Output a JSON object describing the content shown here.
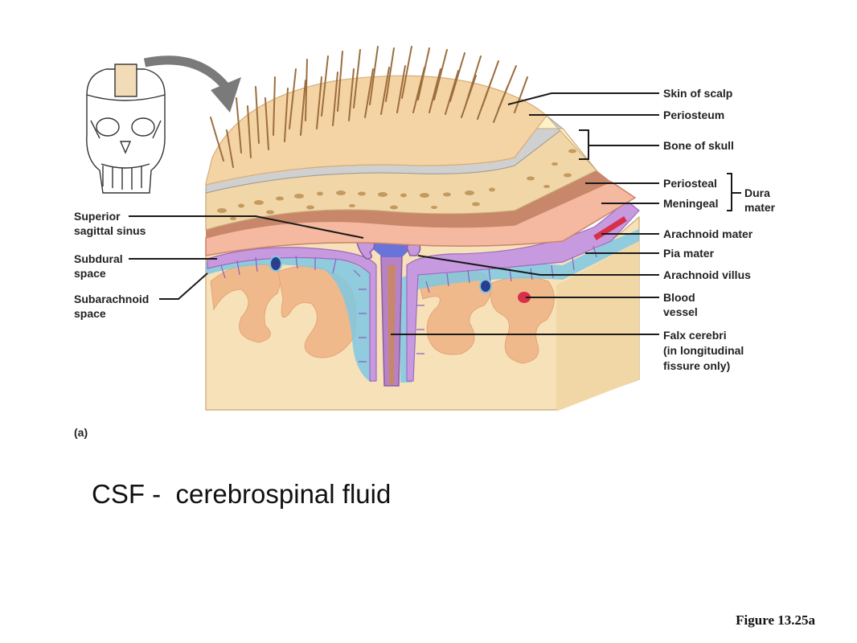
{
  "labels": {
    "skin_of_scalp": "Skin of scalp",
    "periosteum": "Periosteum",
    "bone_of_skull": "Bone of skull",
    "periosteal": "Periosteal",
    "meningeal": "Meningeal",
    "dura_line1": "Dura",
    "dura_line2": "mater",
    "arachnoid_mater": "Arachnoid mater",
    "pia_mater": "Pia mater",
    "arachnoid_villus": "Arachnoid villus",
    "blood_vessel_line1": "Blood",
    "blood_vessel_line2": "vessel",
    "falx_line1": "Falx cerebri",
    "falx_line2": "(in longitudinal",
    "falx_line3": "fissure only)",
    "sss_line1": "Superior",
    "sss_line2": "sagittal sinus",
    "subdural_line1": "Subdural",
    "subdural_line2": "space",
    "subarachnoid_line1": "Subarachnoid",
    "subarachnoid_line2": "space",
    "panel": "(a)"
  },
  "caption": "CSF -  cerebrospinal fluid",
  "figure_ref": "Figure 13.25a",
  "colors": {
    "skin": "#f4d3a4",
    "hair": "#9c6e3e",
    "bone": "#f1d7a8",
    "periosteum": "#c9c9c9",
    "dura": "#c8866a",
    "arachnoid": "#c79ae0",
    "subarachnoid_space": "#7ec8e3",
    "sinus": "#6a74d8",
    "cortex": "#f0b98c",
    "white_matter": "#f7e1b8",
    "artery": "#d9304a"
  }
}
